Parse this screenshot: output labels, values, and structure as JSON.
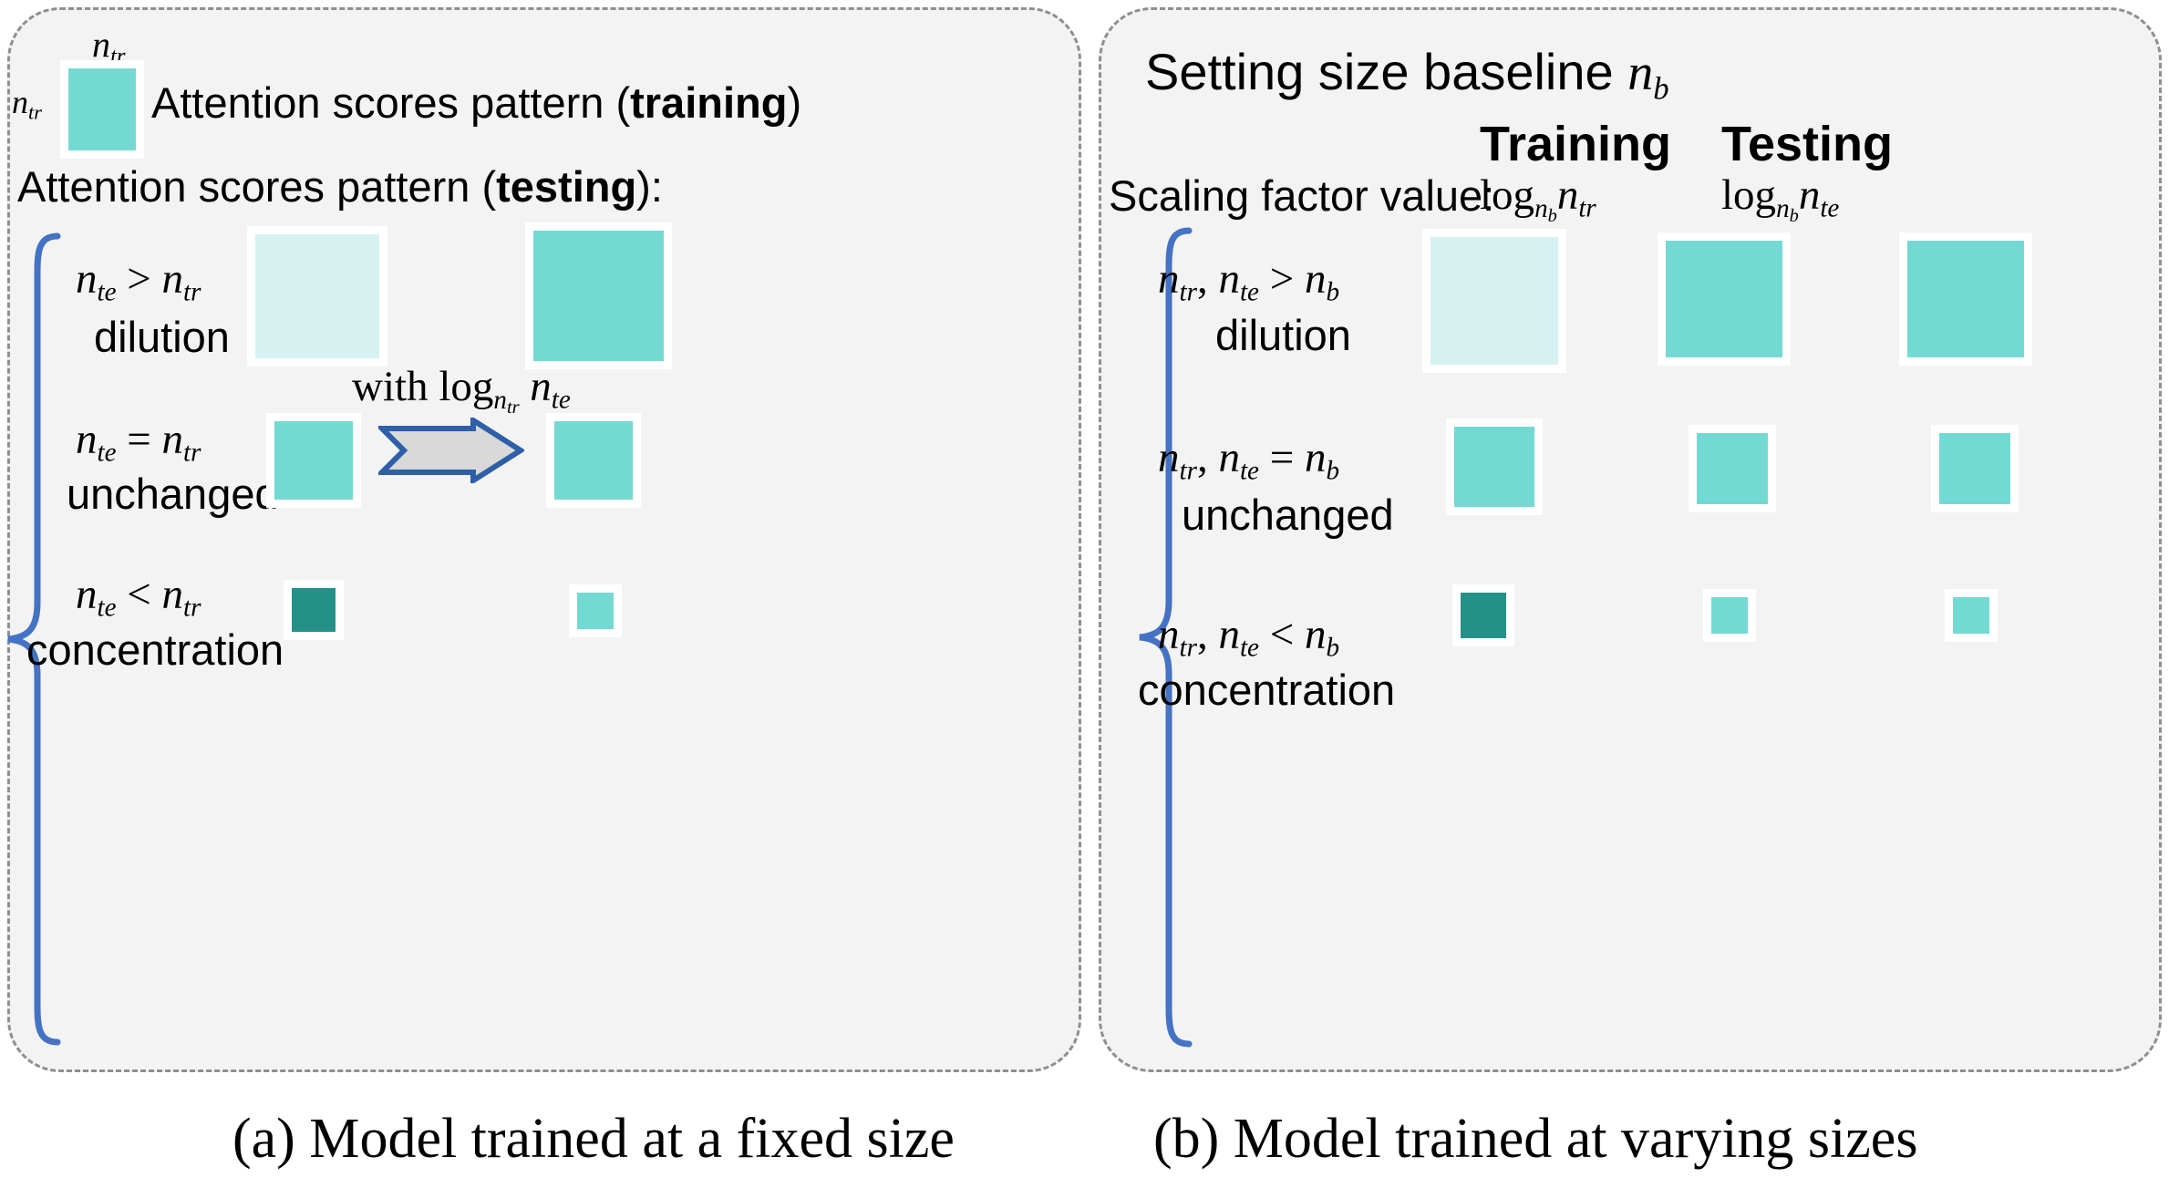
{
  "figure": {
    "panels": [
      {
        "id": "a",
        "caption": "(a)  Model trained at a fixed size",
        "legend": {
          "top_label": "n_tr",
          "left_label": "n_tr",
          "text_prefix": "Attention scores pattern (",
          "text_bold": "training",
          "text_suffix": ")"
        },
        "subtitle": {
          "prefix": "Attention scores pattern (",
          "bold": "testing",
          "suffix": "):"
        },
        "transform_label": "with log_{n_tr} n_te",
        "rows": [
          {
            "condition": "n_te > n_tr",
            "effect": "dilution",
            "before": {
              "size": 136,
              "shade": "light"
            },
            "after": {
              "size": 143,
              "shade": "main"
            }
          },
          {
            "condition": "n_te = n_tr",
            "effect": "unchanged",
            "before": {
              "size": 86,
              "shade": "main"
            },
            "after": {
              "size": 86,
              "shade": "main"
            }
          },
          {
            "condition": "n_te < n_tr",
            "effect": "concentration",
            "before": {
              "size": 48,
              "shade": "dark"
            },
            "after": {
              "size": 40,
              "shade": "main"
            }
          }
        ]
      },
      {
        "id": "b",
        "caption": "(b)  Model trained at varying sizes",
        "title": "Setting size baseline n_b",
        "column_headers": [
          "Training",
          "Testing"
        ],
        "row_label": "Scaling factor value:",
        "scaling_factors": [
          "log_{n_b} n_tr",
          "log_{n_b} n_te"
        ],
        "rows": [
          {
            "condition": "n_tr, n_te > n_b",
            "effect": "dilution",
            "cells": [
              {
                "size": 140,
                "shade": "light"
              },
              {
                "size": 128,
                "shade": "main"
              },
              {
                "size": 128,
                "shade": "main"
              }
            ]
          },
          {
            "condition": "n_tr, n_te = n_b",
            "effect": "unchanged",
            "cells": [
              {
                "size": 88,
                "shade": "main"
              },
              {
                "size": 78,
                "shade": "main"
              },
              {
                "size": 78,
                "shade": "main"
              }
            ]
          },
          {
            "condition": "n_tr, n_te < n_b",
            "effect": "concentration",
            "cells": [
              {
                "size": 50,
                "shade": "dark"
              },
              {
                "size": 40,
                "shade": "main"
              },
              {
                "size": 40,
                "shade": "main"
              }
            ]
          }
        ]
      }
    ],
    "colors": {
      "teal_main": "#74d9d3",
      "teal_light": "#d5f2f0",
      "teal_dark": "#249189",
      "brace_blue": "#4472c4",
      "arrow_outline": "#2e5fa8",
      "arrow_fill": "#d9d9d9",
      "panel_fill": "#f3f3f3",
      "panel_border": "#8f8f8f"
    },
    "glyphs": {
      "n": "n",
      "tr": "tr",
      "te": "te",
      "b": "b",
      "gt": ">",
      "lt": "<",
      "eq": "=",
      "comma": ",",
      "log": "log",
      "with": "with"
    }
  }
}
